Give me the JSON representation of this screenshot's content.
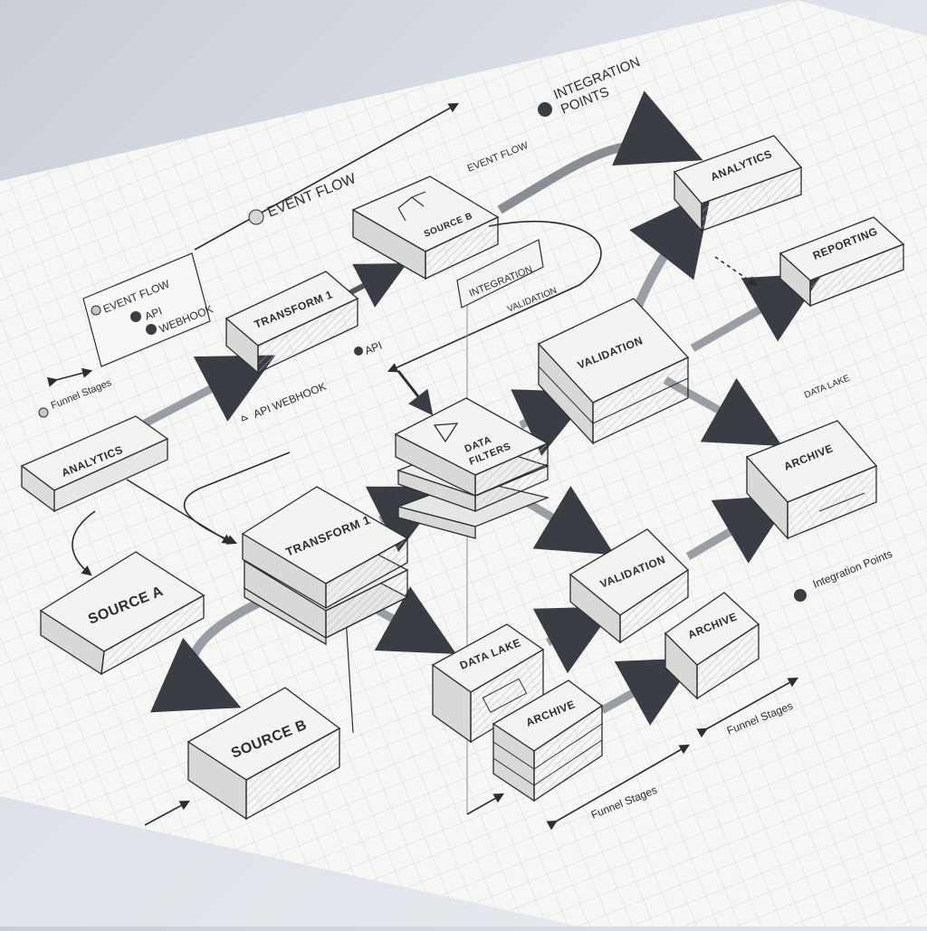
{
  "colors": {
    "paper": "#f6f6f4",
    "grid": "#d3d7dc",
    "ink": "#2a2d33",
    "box_top": "#f3f3f1",
    "box_side": "#dcdcda",
    "accent_dot": "#3a3d44"
  },
  "legends": {
    "left": {
      "items": [
        "EVENT FLOW",
        "API",
        "WEBHOOK"
      ]
    },
    "funnel_left": "Funnel Stages",
    "api_webhook": "API WEBHOOK",
    "api_small": "API"
  },
  "top": {
    "event_flow_big": "EVENT FLOW",
    "event_flow_small": "EVENT FLOW",
    "integration_points_line1": "INTEGRATION",
    "integration_points_line2": "POINTS"
  },
  "nodes": {
    "analytics_left": "ANALYTICS",
    "transform1_top": "TRANSFORM 1",
    "source_b_top": "SOURCE B",
    "integration": "INTEGRATION",
    "validation_small": "VALIDATION",
    "analytics_right": "ANALYTICS",
    "reporting": "REPORTING",
    "validation_big_line1": "VALIDATION",
    "data_lake_right": "DATA LAKE",
    "archive_right": "ARCHIVE",
    "data_filters_line1": "DATA",
    "data_filters_line2": "FILTERS",
    "transform1_main": "TRANSFORM 1",
    "source_a": "SOURCE A",
    "validation_mid": "VALIDATION",
    "archive_mid": "ARCHIVE",
    "data_lake_bottom": "DATA LAKE",
    "archive_bottom": "ARCHIVE",
    "source_b_bottom": "SOURCE B"
  },
  "annotations": {
    "integration_points_right": "Integration Points",
    "funnel_stages_right": "Funnel Stages",
    "funnel_stages_bottom": "Funnel Stages"
  }
}
